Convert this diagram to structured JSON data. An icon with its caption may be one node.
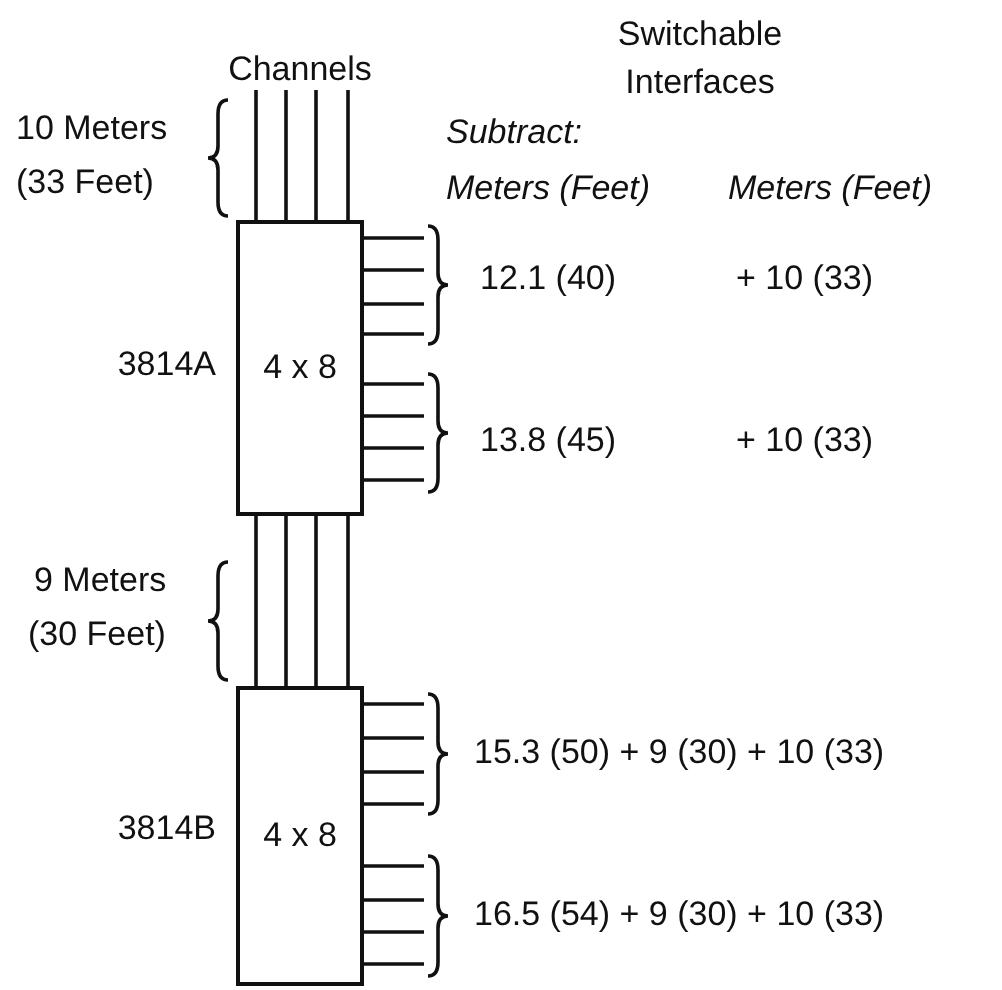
{
  "diagram": {
    "nodes": [
      {
        "text": [
          "Channels"
        ]
      },
      {
        "text": [
          "4 x 8"
        ],
        "beside": [
          "3814A"
        ]
      },
      {
        "text": [
          "4 x 8"
        ],
        "beside": [
          "3814B"
        ]
      }
    ],
    "edges": [
      {
        "from": 0,
        "to": 1,
        "arrow": "none"
      },
      {
        "from": 0,
        "to": 1,
        "arrow": "none"
      },
      {
        "from": 0,
        "to": 1,
        "arrow": "none"
      },
      {
        "from": 0,
        "to": 1,
        "arrow": "none"
      },
      {
        "from": 1,
        "to": null,
        "arrow": "none"
      },
      {
        "from": 1,
        "to": null,
        "arrow": "none"
      },
      {
        "from": 1,
        "to": null,
        "arrow": "none"
      },
      {
        "from": 1,
        "to": null,
        "arrow": "none"
      },
      {
        "from": 1,
        "to": null,
        "arrow": "none"
      },
      {
        "from": 1,
        "to": null,
        "arrow": "none"
      },
      {
        "from": 1,
        "to": null,
        "arrow": "none"
      },
      {
        "from": 1,
        "to": null,
        "arrow": "none"
      },
      {
        "from": 1,
        "to": 2,
        "arrow": "none"
      },
      {
        "from": 1,
        "to": 2,
        "arrow": "none"
      },
      {
        "from": 1,
        "to": 2,
        "arrow": "none"
      },
      {
        "from": 1,
        "to": 2,
        "arrow": "none"
      },
      {
        "from": 2,
        "to": null,
        "arrow": "none"
      },
      {
        "from": 2,
        "to": null,
        "arrow": "none"
      },
      {
        "from": 2,
        "to": null,
        "arrow": "none"
      },
      {
        "from": 2,
        "to": null,
        "arrow": "none"
      },
      {
        "from": 2,
        "to": null,
        "arrow": "none"
      },
      {
        "from": 2,
        "to": null,
        "arrow": "none"
      },
      {
        "from": 2,
        "to": null,
        "arrow": "none"
      },
      {
        "from": 2,
        "to": null,
        "arrow": "none"
      }
    ],
    "labels": [
      "Switchable",
      "Interfaces",
      "10 Meters",
      "(33 Feet)",
      "Subtract:",
      "Meters (Feet)",
      "Meters (Feet)",
      "12.1 (40)",
      "+ 10 (33)",
      "13.8 (45)",
      "+ 10 (33)",
      "9 Meters",
      "(30 Feet)",
      "15.3 (50) + 9 (30) + 10 (33)",
      "16.5 (54) + 9 (30) + 10 (33)"
    ]
  }
}
